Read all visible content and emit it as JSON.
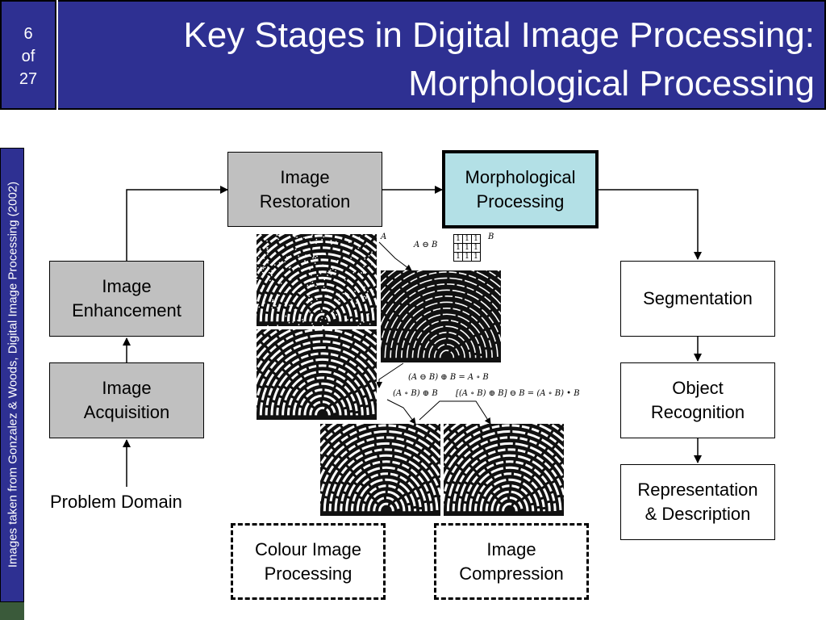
{
  "slide": {
    "page_num": "6",
    "page_of": "of",
    "page_total": "27",
    "title_line1": "Key Stages in Digital Image Processing:",
    "title_line2": "Morphological Processing"
  },
  "sidebar": {
    "credit": "Images taken from Gonzalez & Woods, Digital Image Processing (2002)"
  },
  "stages": {
    "restoration": [
      "Image",
      "Restoration"
    ],
    "morphological": [
      "Morphological",
      "Processing"
    ],
    "enhancement": [
      "Image",
      "Enhancement"
    ],
    "acquisition": [
      "Image",
      "Acquisition"
    ],
    "problem_domain": "Problem Domain",
    "segmentation": "Segmentation",
    "recognition": [
      "Object",
      "Recognition"
    ],
    "representation": [
      "Representation",
      "& Description"
    ],
    "colour": [
      "Colour Image",
      "Processing"
    ],
    "compression": [
      "Image",
      "Compression"
    ]
  },
  "figure": {
    "label_a": "A",
    "label_erosion": "A ⊖ B",
    "label_b": "B",
    "se_grid": [
      [
        "1",
        "1",
        "1"
      ],
      [
        "1",
        "1",
        "1"
      ],
      [
        "1",
        "1",
        "1"
      ]
    ],
    "label_opening": "(A ⊖ B) ⊕ B = A ∘ B",
    "label_opening_dilate": "(A ∘ B) ⊕ B",
    "label_closing": "[(A ∘ B) ⊕ B] ⊖ B = (A ∘ B) • B"
  },
  "colors": {
    "header_bg": "#2e3092",
    "box_grey": "#c0c0c0",
    "highlight": "#b3e0e6"
  }
}
